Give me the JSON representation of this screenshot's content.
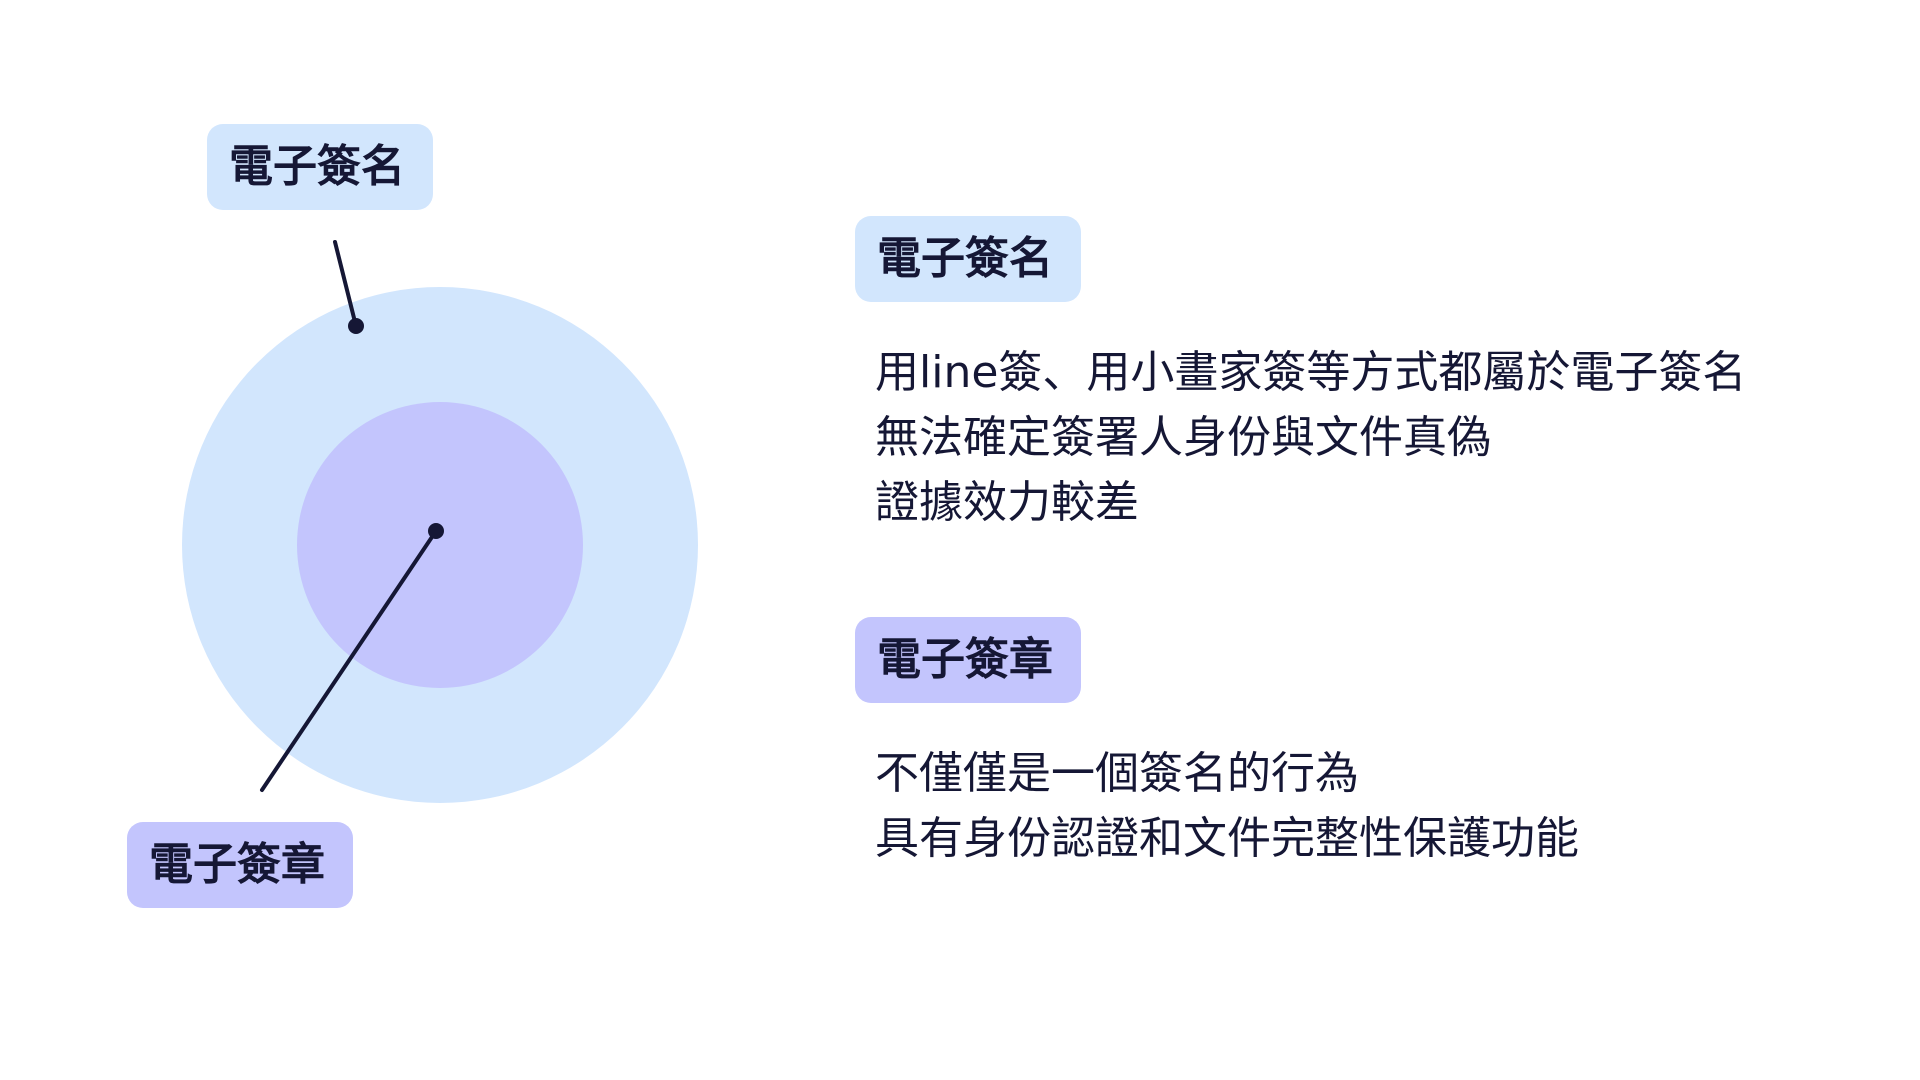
{
  "colors": {
    "outer_circle": "#d2e6fd",
    "inner_circle": "#c3c5fd",
    "line": "#151735",
    "text": "#151735"
  },
  "diagram": {
    "outer_label": "電子簽名",
    "inner_label": "電子簽章"
  },
  "definitions": [
    {
      "term": "電子簽名",
      "lines": [
        "用line簽、用小畫家簽等方式都屬於電子簽名",
        "無法確定簽署人身份與文件真偽",
        "證據效力較差"
      ]
    },
    {
      "term": "電子簽章",
      "lines": [
        "不僅僅是一個簽名的行為",
        "具有身份認證和文件完整性保護功能"
      ]
    }
  ]
}
